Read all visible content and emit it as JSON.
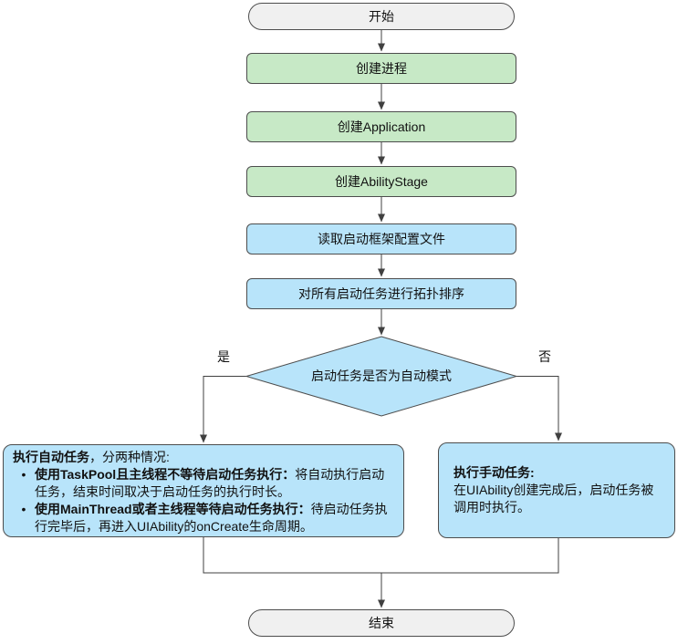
{
  "flowchart": {
    "nodes": {
      "start": {
        "label": "开始"
      },
      "create_process": {
        "label": "创建进程"
      },
      "create_application": {
        "label": "创建Application"
      },
      "create_ability_stage": {
        "label": "创建AbilityStage"
      },
      "read_config": {
        "label": "读取启动框架配置文件"
      },
      "topo_sort": {
        "label": "对所有启动任务进行拓扑排序"
      },
      "decision": {
        "label": "启动任务是否为自动模式"
      },
      "auto_task": {
        "title_bold": "执行自动任务",
        "title_rest": "，分两种情况:",
        "bullet_glyph": "•",
        "bullets": [
          {
            "bold": "使用TaskPool且主线程不等待启动任务执行：",
            "rest": "将自动执行启动任务，结束时间取决于启动任务的执行时长。"
          },
          {
            "bold": "使用MainThread或者主线程等待启动任务执行：",
            "rest": "待启动任务执行完毕后，再进入UIAbility的onCreate生命周期。"
          }
        ]
      },
      "manual_task": {
        "title": "执行手动任务:",
        "body": "在UIAbility创建完成后，启动任务被调用时执行。"
      },
      "end": {
        "label": "结束"
      }
    },
    "edge_labels": {
      "yes": "是",
      "no": "否"
    },
    "colors": {
      "process_green": "#c7e9c6",
      "step_blue": "#b8e4fa",
      "terminal_gray": "#f0f0f0",
      "border": "#4d4d4d",
      "arrow": "#404040",
      "text": "#111111",
      "background": "#ffffff"
    }
  }
}
